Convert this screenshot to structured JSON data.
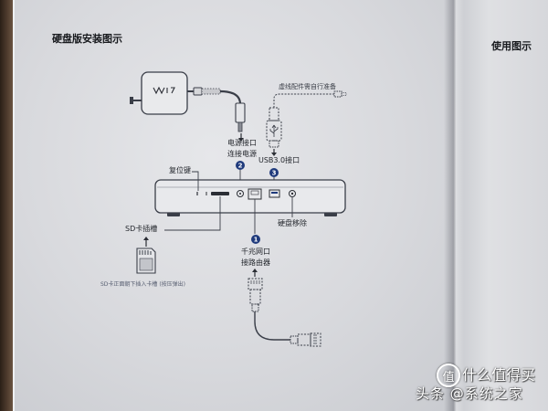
{
  "page": {
    "left_title": "硬盘版安装图示",
    "right_title": "使用图示"
  },
  "diagram": {
    "note_dashed": "虚线配件需自行准备",
    "power": {
      "line1": "电源接口",
      "line2": "连接电源",
      "badge": "2"
    },
    "usb": {
      "label": "USB3.0接口",
      "badge": "3"
    },
    "reset": {
      "label": "复位键"
    },
    "sd": {
      "label": "SD卡插槽",
      "caption": "SD卡正面朝下插入卡槽 (按压弹出)"
    },
    "lan": {
      "line1": "千兆网口",
      "line2": "接路由器",
      "badge": "1"
    },
    "eject": {
      "label": "硬盘移除"
    }
  },
  "watermark": {
    "logo_glyph": "值",
    "site": "什么值得买",
    "platform": "头条 @系统之家"
  },
  "colors": {
    "ink": "#3a3e48",
    "badge": "#1f3a7c",
    "paper": "#dadbdf",
    "wood": "#4e3b2d"
  }
}
